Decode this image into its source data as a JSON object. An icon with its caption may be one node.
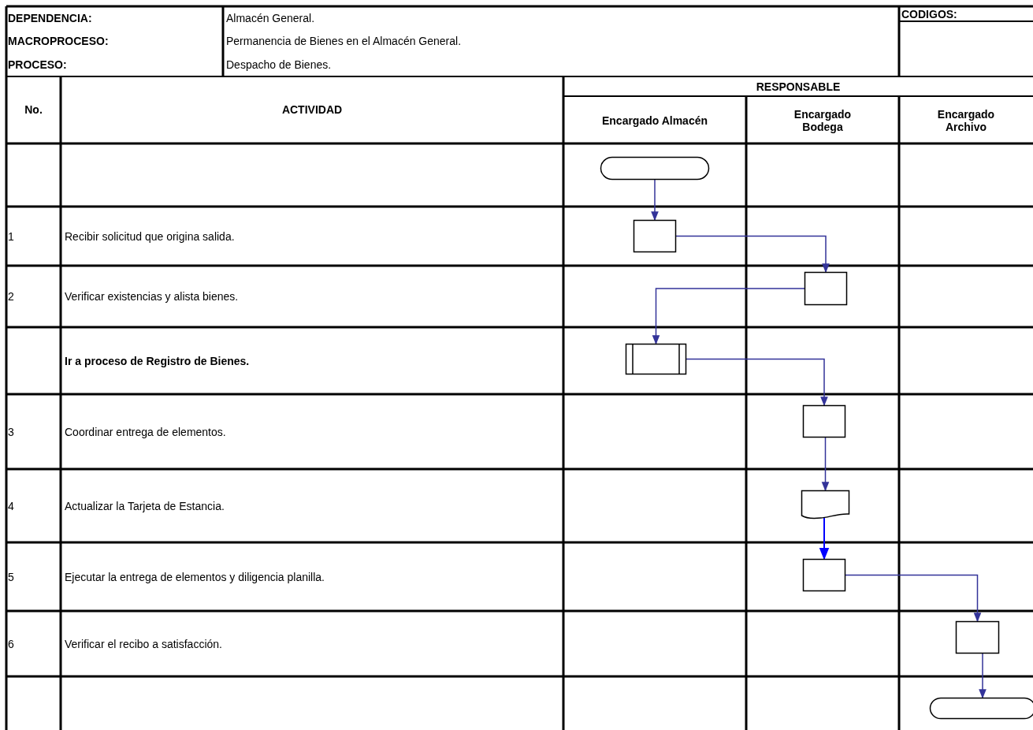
{
  "diagram": {
    "nodes": [
      {
        "text": [],
        "shape": "terminal"
      },
      {
        "text": [],
        "shape": "box"
      },
      {
        "text": [],
        "shape": "box"
      },
      {
        "text": [],
        "shape": "subprocess"
      },
      {
        "text": [],
        "shape": "box"
      },
      {
        "text": [],
        "shape": "document"
      },
      {
        "text": [],
        "shape": "box"
      },
      {
        "text": [],
        "shape": "box"
      },
      {
        "text": [],
        "shape": "terminal"
      }
    ],
    "edges": [
      {
        "from": 0,
        "to": 1,
        "arrow": "to"
      },
      {
        "from": 1,
        "to": 2,
        "arrow": "to"
      },
      {
        "from": 2,
        "to": 3,
        "arrow": "to"
      },
      {
        "from": 3,
        "to": 4,
        "arrow": "to"
      },
      {
        "from": 4,
        "to": 5,
        "arrow": "to"
      },
      {
        "from": 5,
        "to": 6,
        "arrow": "to",
        "color": "#0000ff"
      },
      {
        "from": 6,
        "to": 7,
        "arrow": "to"
      },
      {
        "from": 7,
        "to": 8,
        "arrow": "to"
      }
    ],
    "labels": [
      "DEPENDENCIA:",
      "Almacén General.",
      "CODIGOS:",
      "MACROPROCESO:",
      "Permanencia de Bienes en el Almacén General.",
      "PROCESO:",
      "Despacho de Bienes.",
      "RESPONSABLE",
      "No.",
      "ACTIVIDAD",
      "Encargado Almacén",
      "Encargado Bodega",
      "Encargado Archivo",
      "1",
      "Recibir solicitud que origina salida.",
      "2",
      "Verificar existencias y alista bienes.",
      "Ir a proceso de Registro de Bienes.",
      "3",
      "Coordinar entrega de elementos.",
      "4",
      "Actualizar la Tarjeta de Estancia.",
      "5",
      "Ejecutar la entrega de elementos y diligencia planilla.",
      "6",
      "Verificar el recibo a satisfacción."
    ]
  }
}
